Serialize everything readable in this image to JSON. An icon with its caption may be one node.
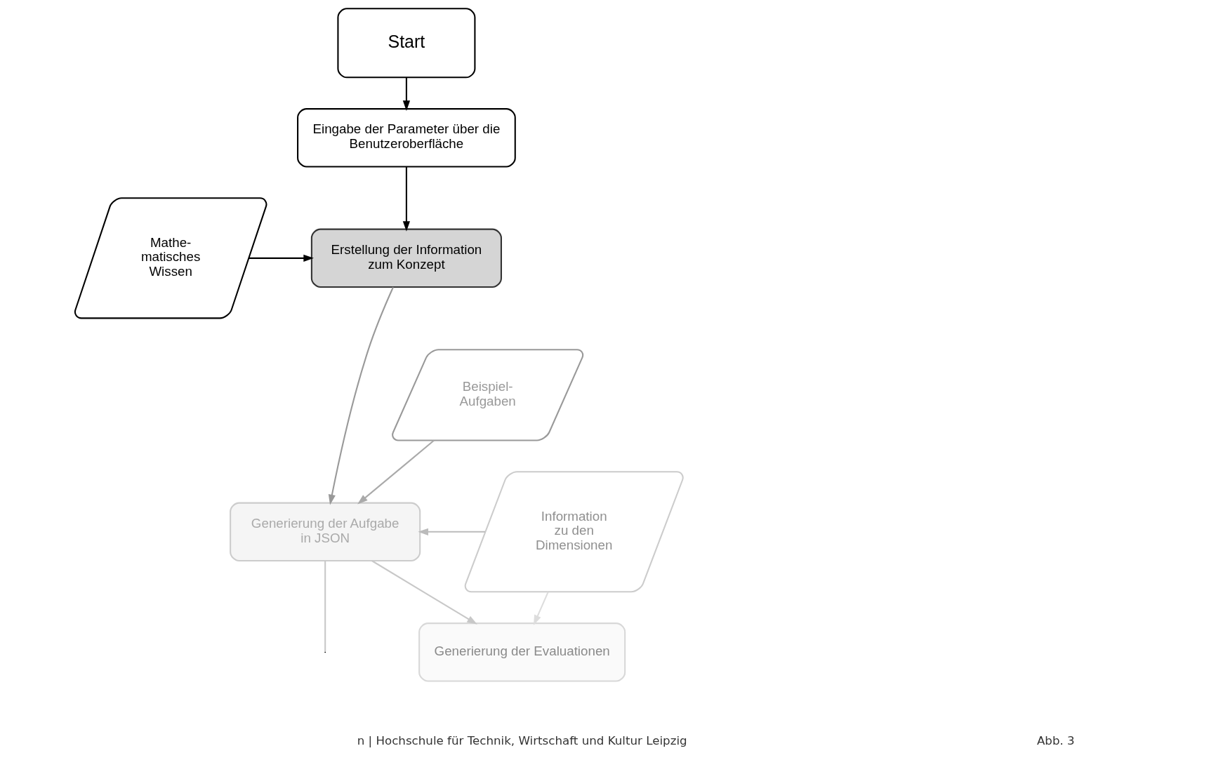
{
  "diagram": {
    "nodes": [
      {
        "text": [
          "Start"
        ]
      },
      {
        "text": [
          "Eingabe der Parameter über die Benutzeroberfläche"
        ]
      },
      {
        "text": [
          "Mathe- matisches Wissen"
        ]
      },
      {
        "text": [
          "Erstellung der Information zum Konzept"
        ]
      },
      {
        "text": [
          "Beispiel- Aufgaben"
        ]
      },
      {
        "text": [
          "Generierung der Aufgabe in JSON"
        ]
      },
      {
        "text": [
          "Information zu den Dimensionen"
        ]
      },
      {
        "text": [
          "Generierung der Evaluationen"
        ]
      }
    ],
    "edges": [
      {
        "from": 0,
        "to": 1,
        "arrow": "to"
      },
      {
        "from": 1,
        "to": 3,
        "arrow": "to"
      },
      {
        "from": 2,
        "to": 3,
        "arrow": "to"
      },
      {
        "from": 3,
        "to": 5,
        "arrow": "to",
        "color": "#999999"
      },
      {
        "from": 4,
        "to": 5,
        "arrow": "to",
        "color": "#aaaaaa"
      },
      {
        "from": 6,
        "to": 5,
        "arrow": "to",
        "color": "#bbbbbb"
      },
      {
        "from": 5,
        "to": 7,
        "arrow": "to",
        "color": "#c8c8c8"
      },
      {
        "from": 5,
        "to": null,
        "arrow": "none",
        "color": "#c8c8c8"
      },
      {
        "from": 6,
        "to": 7,
        "arrow": "to",
        "color": "#dddddd"
      }
    ],
    "labels": [
      "n | Hochschule für Technik, Wirtschaft und Kultur Leipzig",
      "Abb. 3"
    ]
  }
}
